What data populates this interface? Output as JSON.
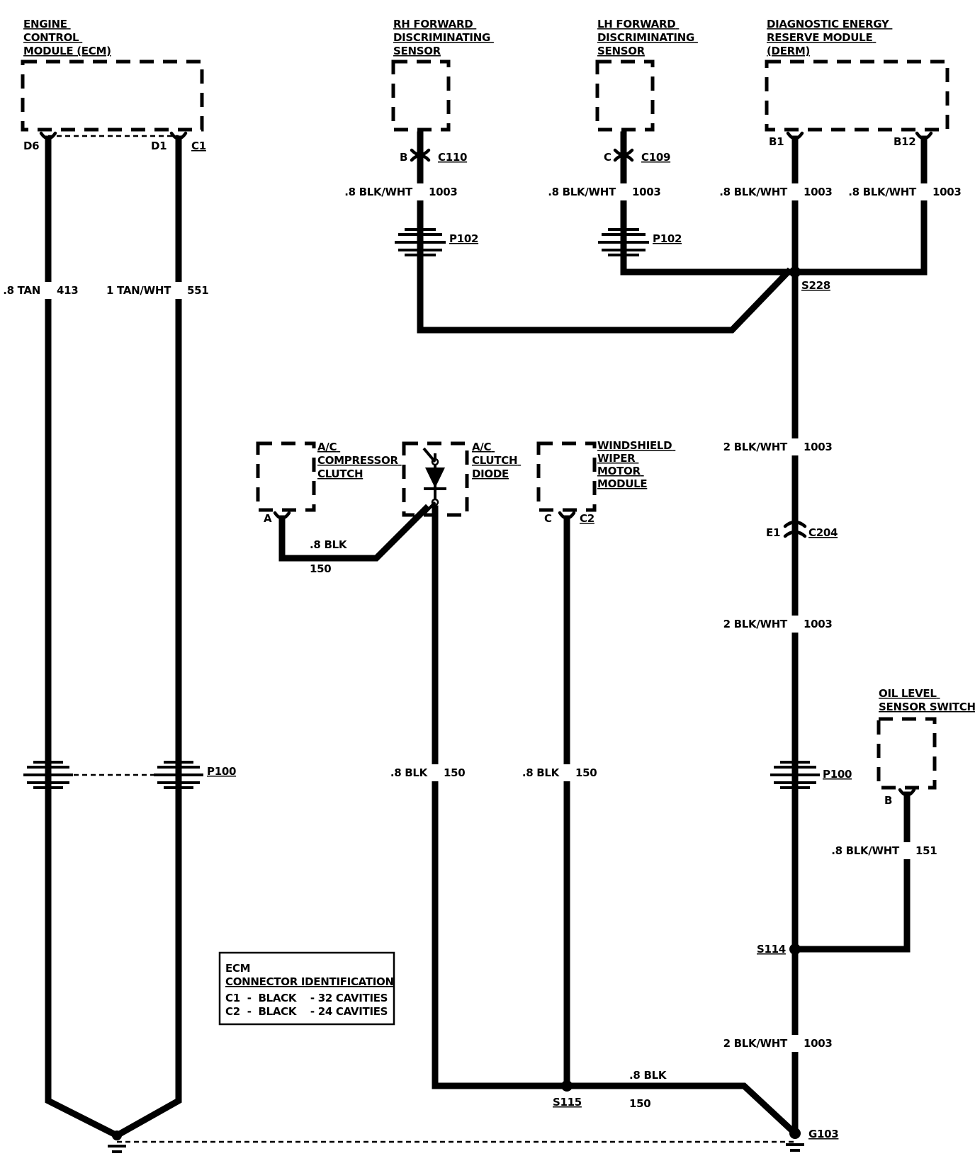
{
  "components": {
    "ecm": [
      "ENGINE",
      "CONTROL",
      "MODULE (ECM)"
    ],
    "rh_sensor": [
      "RH FORWARD",
      "DISCRIMINATING",
      "SENSOR"
    ],
    "lh_sensor": [
      "LH FORWARD",
      "DISCRIMINATING",
      "SENSOR"
    ],
    "derm": [
      "DIAGNOSTIC ENERGY",
      "RESERVE MODULE",
      "(DERM)"
    ],
    "ac_clutch": [
      "A/C",
      "COMPRESSOR",
      "CLUTCH"
    ],
    "ac_diode": [
      "A/C",
      "CLUTCH",
      "DIODE"
    ],
    "wiper": [
      "WINDSHIELD",
      "WIPER",
      "MOTOR",
      "MODULE"
    ],
    "oil": [
      "OIL LEVEL",
      "SENSOR SWITCH"
    ]
  },
  "pins": {
    "ecm_d6": "D6",
    "ecm_d1": "D1",
    "ecm_c1": "C1",
    "rh_b": "B",
    "lh_c": "C",
    "derm_b1": "B1",
    "derm_b12": "B12",
    "ac_a": "A",
    "wiper_c": "C",
    "wiper_c2": "C2",
    "c204_e1": "E1",
    "oil_b": "B"
  },
  "connectors": {
    "c110": "C110",
    "c109": "C109",
    "p102_rh": "P102",
    "p102_lh": "P102",
    "p100_left": "P100",
    "p100_right": "P100",
    "c204": "C204"
  },
  "splices": {
    "s228": "S228",
    "s114": "S114",
    "s115": "S115"
  },
  "grounds": {
    "g103": "G103"
  },
  "wires": {
    "ecm_d6": {
      "gauge": ".8 TAN",
      "circuit": "413"
    },
    "ecm_d1": {
      "gauge": "1 TAN/WHT",
      "circuit": "551"
    },
    "rh": {
      "gauge": ".8 BLK/WHT",
      "circuit": "1003"
    },
    "lh": {
      "gauge": ".8 BLK/WHT",
      "circuit": "1003"
    },
    "derm_b1": {
      "gauge": ".8 BLK/WHT",
      "circuit": "1003"
    },
    "derm_b12": {
      "gauge": ".8 BLK/WHT",
      "circuit": "1003"
    },
    "main_upper": {
      "gauge": "2 BLK/WHT",
      "circuit": "1003"
    },
    "main_mid": {
      "gauge": "2 BLK/WHT",
      "circuit": "1003"
    },
    "main_lower": {
      "gauge": "2 BLK/WHT",
      "circuit": "1003"
    },
    "ac_clutch": {
      "gauge": ".8 BLK",
      "circuit": "150"
    },
    "diode": {
      "gauge": ".8 BLK",
      "circuit": "150"
    },
    "wiper": {
      "gauge": ".8 BLK",
      "circuit": "150"
    },
    "s115_g103": {
      "gauge": ".8 BLK",
      "circuit": "150"
    },
    "oil": {
      "gauge": ".8 BLK/WHT",
      "circuit": "151"
    }
  },
  "ecm_table": {
    "title": [
      "ECM",
      "CONNECTOR IDENTIFICATION"
    ],
    "rows": [
      "C1  -  BLACK    - 32 CAVITIES",
      "C2  -  BLACK    - 24 CAVITIES"
    ]
  }
}
